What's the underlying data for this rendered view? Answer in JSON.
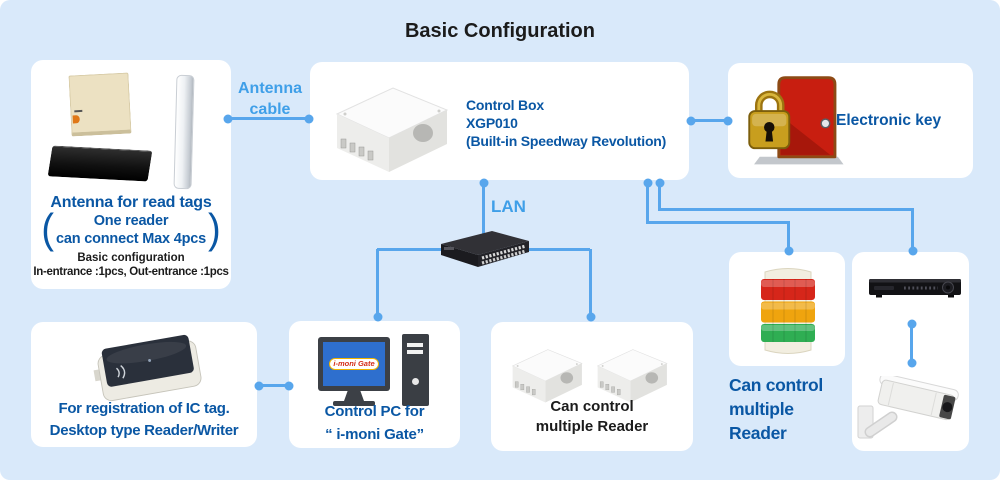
{
  "title": "Basic Configuration",
  "colors": {
    "bg": "#d9e9fa",
    "line_blue": "#58a6ec",
    "label_blue": "#3f9fe8",
    "text_blue": "#0a57a4",
    "text_black": "#1b1b1b",
    "screen_blue": "#2e6fce",
    "tower_red": "#d6261a",
    "tower_amber": "#efa40e",
    "tower_green": "#2fae53",
    "door_red": "#c81e10",
    "padlock_gold": "#c89e1e"
  },
  "connectors": {
    "antenna_cable_line1": "Antenna",
    "antenna_cable_line2": "cable",
    "lan": "LAN"
  },
  "antenna_box": {
    "title": "Antenna for read tags",
    "paren_open": "(",
    "paren_close": ")",
    "paren_line1": "One reader",
    "paren_line2": "can connect Max 4pcs",
    "note_line1": "Basic configuration",
    "note_line2": "In-entrance :1pcs, Out-entrance :1pcs",
    "devices": [
      "panel antenna",
      "bar antenna",
      "pole antenna"
    ]
  },
  "control_box": {
    "line1": "Control Box",
    "line2": "XGP010",
    "line3": "(Built-in Speedway Revolution)"
  },
  "electronic_key_box": {
    "label": "Electronic key"
  },
  "reader_writer_box": {
    "line1": "For registration of IC tag.",
    "line2": "Desktop type Reader/Writer"
  },
  "control_pc_box": {
    "line1": "Control PC for",
    "line2": "“ i-moni Gate”",
    "screen_logo": "i-moni Gate"
  },
  "multi_reader_box": {
    "line1": "Can control",
    "line2": "multiple Reader"
  },
  "signal_tower_caption": {
    "line1": "Can control",
    "line2": "multiple",
    "line3": "Reader"
  }
}
